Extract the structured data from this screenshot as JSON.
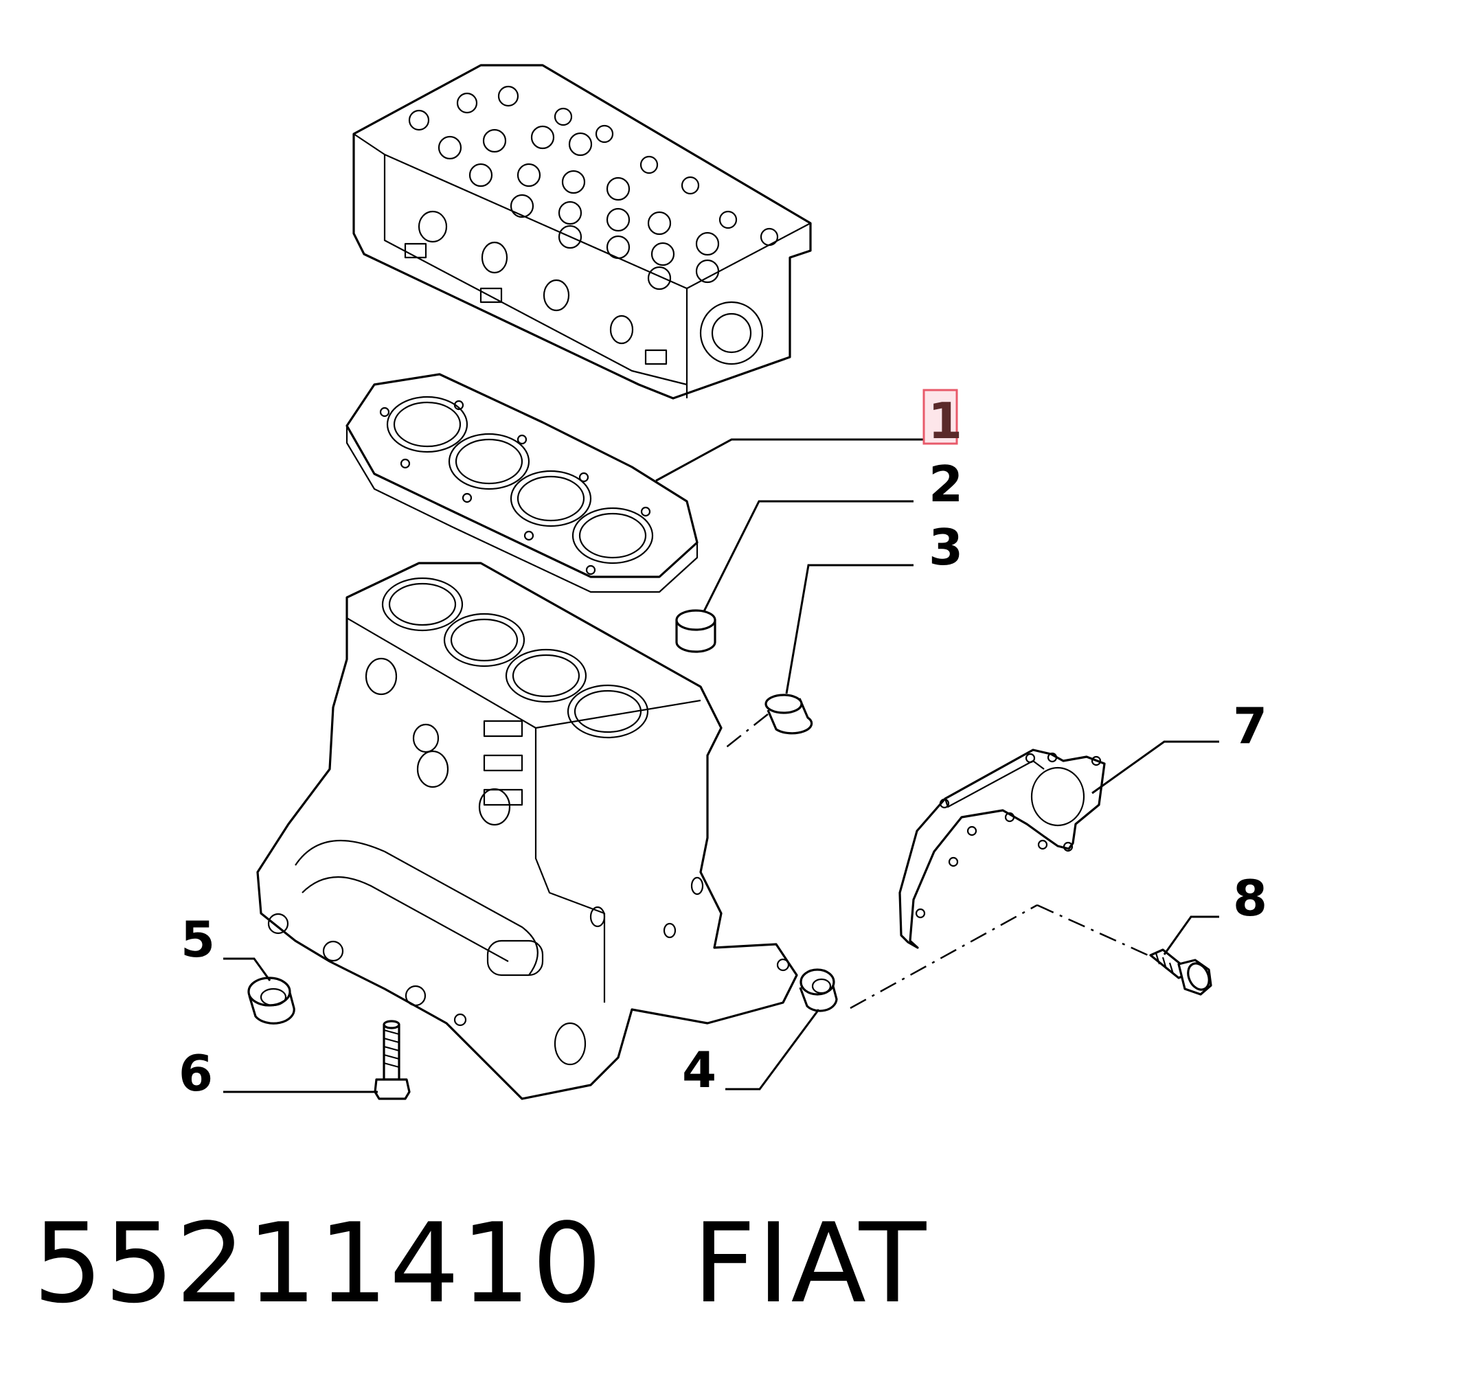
{
  "callouts": [
    {
      "id": "1",
      "label": "1",
      "highlighted": true
    },
    {
      "id": "2",
      "label": "2"
    },
    {
      "id": "3",
      "label": "3"
    },
    {
      "id": "4",
      "label": "4"
    },
    {
      "id": "5",
      "label": "5"
    },
    {
      "id": "6",
      "label": "6"
    },
    {
      "id": "7",
      "label": "7"
    },
    {
      "id": "8",
      "label": "8"
    }
  ],
  "highlight_color": "#e85a6a",
  "caption": {
    "part_number": "55211410",
    "brand": "FIAT"
  }
}
